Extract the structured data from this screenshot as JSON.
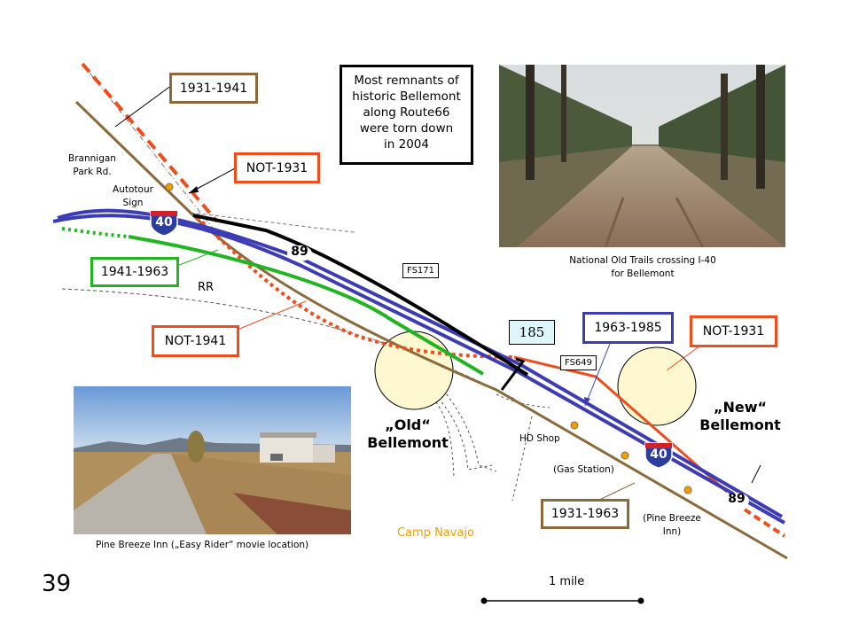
{
  "slide_number": "39",
  "legend_boxes": {
    "b1931_1941": "1931-1941",
    "not_1931_top": "NOT-1931",
    "b1941_1963": "1941-1963",
    "not_1941": "NOT-1941",
    "b1963_1985": "1963-1985",
    "not_1931_right": "NOT-1931",
    "b1931_1963": "1931-1963"
  },
  "note": {
    "lines": [
      "Most remnants of",
      "historic Bellemont",
      "along Route66",
      "were torn down",
      "in 2004"
    ]
  },
  "labels": {
    "brannigan": [
      "Brannigan",
      "Park Rd."
    ],
    "autotour": [
      "Autotour",
      "Sign"
    ],
    "rr": "RR",
    "hd_shop": "HD Shop",
    "gas_station": "(Gas Station)",
    "pine_breeze": [
      "(Pine Breeze",
      "Inn)"
    ],
    "camp_navajo": "Camp Navajo",
    "old_bellemont": [
      "„Old“",
      "Bellemont"
    ],
    "new_bellemont": [
      "„New“",
      "Bellemont"
    ],
    "scale": "1 mile"
  },
  "signs": {
    "fs171": "FS171",
    "fs649": "FS649",
    "exit": "185"
  },
  "shields": {
    "interstate": "40",
    "route89": "89"
  },
  "captions": {
    "top_photo": [
      "National Old Trails crossing I-40",
      "for Bellemont"
    ],
    "bottom_photo": "Pine Breeze Inn („Easy Rider“ movie location)"
  },
  "colors": {
    "route_1931": "#8b6a3c",
    "not_route": "#f04d1c",
    "route_1941": "#22b522",
    "interstate": "#3c3cb4",
    "highway_89": "#000000",
    "camp_navajo": "#f0a000",
    "town_fill": "#fdf8d0"
  }
}
